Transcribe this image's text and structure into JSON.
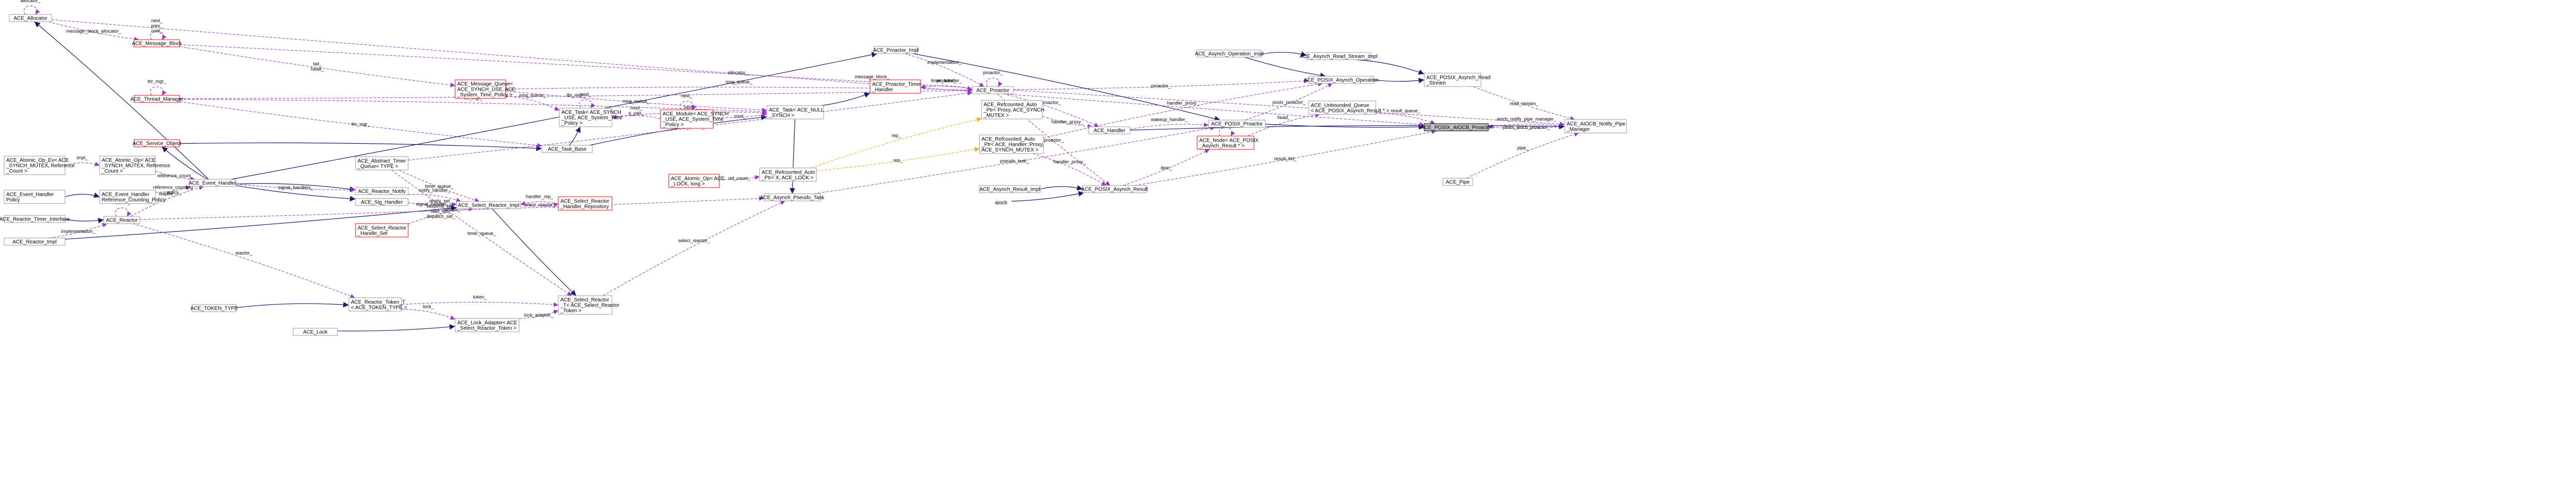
{
  "nodes": [
    {
      "id": "allocator",
      "label": [
        "ACE_Allocator"
      ],
      "style": "normal"
    },
    {
      "id": "message_block",
      "label": [
        "ACE_Message_Block"
      ],
      "style": "red"
    },
    {
      "id": "thread_manager",
      "label": [
        "ACE_Thread_Manager"
      ],
      "style": "red"
    },
    {
      "id": "service_object",
      "label": [
        "ACE_Service_Object"
      ],
      "style": "red"
    },
    {
      "id": "atomic_op_ex",
      "label": [
        "ACE_Atomic_Op_Ex< ACE",
        "_SYNCH_MUTEX, Reference",
        "_Count >"
      ],
      "style": "normal"
    },
    {
      "id": "atomic_op_ref",
      "label": [
        "ACE_Atomic_Op< ACE",
        "_SYNCH_MUTEX, Reference",
        "_Count >"
      ],
      "style": "normal"
    },
    {
      "id": "event_handler_policy",
      "label": [
        "ACE_Event_Handler",
        "Policy"
      ],
      "style": "normal"
    },
    {
      "id": "event_handler_rcp",
      "label": [
        "ACE_Event_Handler",
        "Reference_Counting_Policy"
      ],
      "style": "normal"
    },
    {
      "id": "event_handler",
      "label": [
        "ACE_Event_Handler"
      ],
      "style": "normal"
    },
    {
      "id": "reactor_timer_iface",
      "label": [
        "ACE_Reactor_Timer_Interface"
      ],
      "style": "normal"
    },
    {
      "id": "reactor",
      "label": [
        "ACE_Reactor"
      ],
      "style": "normal"
    },
    {
      "id": "reactor_impl",
      "label": [
        "ACE_Reactor_Impl"
      ],
      "style": "normal"
    },
    {
      "id": "token_type",
      "label": [
        "ACE_TOKEN_TYPE"
      ],
      "style": "normal"
    },
    {
      "id": "lock",
      "label": [
        "ACE_Lock"
      ],
      "style": "normal"
    },
    {
      "id": "message_queue",
      "label": [
        "ACE_Message_Queue<",
        "ACE_SYNCH_USE, ACE",
        "_System_Time_Policy >"
      ],
      "style": "red"
    },
    {
      "id": "task_base",
      "label": [
        "ACE_Task_Base"
      ],
      "style": "normal"
    },
    {
      "id": "task_synch_use",
      "label": [
        "ACE_Task< ACE_SYNCH",
        "_USE, ACE_System_Time",
        "_Policy >"
      ],
      "style": "normal"
    },
    {
      "id": "module_synch",
      "label": [
        "ACE_Module< ACE_SYNCH",
        "_USE, ACE_System_Time",
        "_Policy >"
      ],
      "style": "red"
    },
    {
      "id": "abstract_timer_queue",
      "label": [
        "ACE_Abstract_Timer",
        "_Queue< TYPE >"
      ],
      "style": "normal"
    },
    {
      "id": "reactor_notify",
      "label": [
        "ACE_Reactor_Notify"
      ],
      "style": "normal"
    },
    {
      "id": "sig_handler",
      "label": [
        "ACE_Sig_Handler"
      ],
      "style": "normal"
    },
    {
      "id": "select_reactor_handle_set",
      "label": [
        "ACE_Select_Reactor",
        "_Handle_Set"
      ],
      "style": "red"
    },
    {
      "id": "select_reactor_impl",
      "label": [
        "ACE_Select_Reactor_Impl"
      ],
      "style": "normal"
    },
    {
      "id": "select_reactor_handler_repo",
      "label": [
        "ACE_Select_Reactor",
        "_Handler_Repository"
      ],
      "style": "red"
    },
    {
      "id": "reactor_token_t",
      "label": [
        "ACE_Reactor_Token_T",
        "< ACE_TOKEN_TYPE >"
      ],
      "style": "normal"
    },
    {
      "id": "lock_adapter",
      "label": [
        "ACE_Lock_Adapter< ACE",
        "_Select_Reactor_Token >"
      ],
      "style": "normal"
    },
    {
      "id": "select_reactor_t",
      "label": [
        "ACE_Select_Reactor",
        "_T< ACE_Select_Reactor",
        "_Token >"
      ],
      "style": "normal"
    },
    {
      "id": "proactor_impl",
      "label": [
        "ACE_Proactor_Impl"
      ],
      "style": "normal"
    },
    {
      "id": "proactor_timer_handler",
      "label": [
        "ACE_Proactor_Timer",
        "_Handler"
      ],
      "style": "red"
    },
    {
      "id": "task_null_synch",
      "label": [
        "ACE_Task< ACE_NULL",
        "_SYNCH >"
      ],
      "style": "normal"
    },
    {
      "id": "atomic_op_lock_long",
      "label": [
        "ACE_Atomic_Op< ACE",
        "_LOCK, long >"
      ],
      "style": "red"
    },
    {
      "id": "refcounted_lock",
      "label": [
        "ACE_Refcounted_Auto",
        "_Ptr< X, ACE_LOCK >"
      ],
      "style": "normal"
    },
    {
      "id": "asynch_pseudo_task",
      "label": [
        "ACE_Asynch_Pseudo_Task"
      ],
      "style": "normal"
    },
    {
      "id": "proactor",
      "label": [
        "ACE_Proactor"
      ],
      "style": "normal"
    },
    {
      "id": "refcounted_proxy",
      "label": [
        "ACE_Refcounted_Auto",
        "_Ptr< Proxy, ACE_SYNCH",
        "_MUTEX >"
      ],
      "style": "normal"
    },
    {
      "id": "refcounted_handler_proxy",
      "label": [
        "ACE_Refcounted_Auto",
        "_Ptr< ACE_Handler::Proxy,",
        "ACE_SYNCH_MUTEX >"
      ],
      "style": "normal"
    },
    {
      "id": "handler",
      "label": [
        "ACE_Handler"
      ],
      "style": "normal"
    },
    {
      "id": "asynch_result_impl",
      "label": [
        "ACE_Asynch_Result_Impl"
      ],
      "style": "normal"
    },
    {
      "id": "aiocb",
      "label": [
        "aiocb"
      ],
      "style": "plain"
    },
    {
      "id": "asynch_operation_impl",
      "label": [
        "ACE_Asynch_Operation_Impl"
      ],
      "style": "normal"
    },
    {
      "id": "asynch_read_stream_impl",
      "label": [
        "ACE_Asynch_Read_Stream_Impl"
      ],
      "style": "normal"
    },
    {
      "id": "posix_asynch_operation",
      "label": [
        "ACE_POSIX_Asynch_Operation"
      ],
      "style": "normal"
    },
    {
      "id": "posix_proactor",
      "label": [
        "ACE_POSIX_Proactor"
      ],
      "style": "normal"
    },
    {
      "id": "unbounded_queue",
      "label": [
        "ACE_Unbounded_Queue",
        "< ACE_POSIX_Asynch_Result * >"
      ],
      "style": "normal"
    },
    {
      "id": "node_posix_result",
      "label": [
        "ACE_Node< ACE_POSIX",
        "_Asynch_Result * >"
      ],
      "style": "red"
    },
    {
      "id": "posix_asynch_result",
      "label": [
        "ACE_POSIX_Asynch_Result"
      ],
      "style": "normal"
    },
    {
      "id": "posix_read_stream",
      "label": [
        "ACE_POSIX_Asynch_Read",
        "_Stream"
      ],
      "style": "normal"
    },
    {
      "id": "posix_aiocb_proactor",
      "label": [
        "ACE_POSIX_AIOCB_Proactor"
      ],
      "style": "hl"
    },
    {
      "id": "aiocb_notify_pipe_manager",
      "label": [
        "ACE_AIOCB_Notify_Pipe",
        "_Manager"
      ],
      "style": "normal"
    },
    {
      "id": "pipe",
      "label": [
        "ACE_Pipe"
      ],
      "style": "normal"
    }
  ],
  "edges": [
    {
      "from": "allocator",
      "to": "allocator",
      "kind": "uses",
      "label": [
        "allocator_"
      ]
    },
    {
      "from": "message_block",
      "to": "message_block",
      "kind": "uses",
      "label": [
        "next_",
        "prev_",
        "cont_"
      ]
    },
    {
      "from": "allocator",
      "to": "message_block",
      "kind": "uses",
      "label": [
        "message_block_allocator_"
      ]
    },
    {
      "from": "thread_manager",
      "to": "thread_manager",
      "kind": "uses",
      "label": [
        "thr_mgr_"
      ]
    },
    {
      "from": "event_handler",
      "to": "service_object",
      "kind": "inherit",
      "label": []
    },
    {
      "from": "service_object",
      "to": "task_base",
      "kind": "inherit",
      "label": []
    },
    {
      "from": "thread_manager",
      "to": "task_base",
      "kind": "uses",
      "label": [
        "thr_mgr_"
      ]
    },
    {
      "from": "atomic_op_ex",
      "to": "atomic_op_ref",
      "kind": "uses",
      "label": [
        "impl_"
      ]
    },
    {
      "from": "atomic_op_ref",
      "to": "event_handler",
      "kind": "uses",
      "label": [
        "reference_count_"
      ]
    },
    {
      "from": "event_handler_policy",
      "to": "event_handler_rcp",
      "kind": "inherit",
      "label": []
    },
    {
      "from": "event_handler_rcp",
      "to": "event_handler",
      "kind": "uses",
      "label": [
        "reference_counting",
        "_policy_"
      ]
    },
    {
      "from": "reactor",
      "to": "event_handler",
      "kind": "uses",
      "label": [
        "reactor_"
      ]
    },
    {
      "from": "reactor_timer_iface",
      "to": "reactor",
      "kind": "inherit",
      "label": []
    },
    {
      "from": "reactor",
      "to": "reactor",
      "kind": "uses",
      "label": [
        "reactor_"
      ]
    },
    {
      "from": "reactor_impl",
      "to": "reactor",
      "kind": "uses",
      "label": [
        "implementation_"
      ]
    },
    {
      "from": "event_handler",
      "to": "allocator",
      "kind": "inherit",
      "label": []
    },
    {
      "from": "message_block",
      "to": "message_queue",
      "kind": "uses",
      "label": [
        "tail_",
        "head_"
      ]
    },
    {
      "from": "message_queue",
      "to": "task_synch_use",
      "kind": "uses",
      "label": [
        "msg_queue_"
      ]
    },
    {
      "from": "task_base",
      "to": "task_synch_use",
      "kind": "inherit",
      "label": []
    },
    {
      "from": "task_synch_use",
      "to": "task_synch_use",
      "kind": "uses",
      "label": [
        "next_"
      ]
    },
    {
      "from": "module_synch",
      "to": "module_synch",
      "kind": "uses",
      "label": [
        "next_"
      ]
    },
    {
      "from": "module_synch",
      "to": "task_synch_use",
      "kind": "uses",
      "label": [
        "mod_",
        "q_pair_"
      ]
    },
    {
      "from": "event_handler",
      "to": "sig_handler",
      "kind": "inherit",
      "label": []
    },
    {
      "from": "event_handler",
      "to": "reactor_notify",
      "kind": "inherit",
      "label": []
    },
    {
      "from": "sig_handler",
      "to": "select_reactor_impl",
      "kind": "uses",
      "label": [
        "signal_handler_"
      ]
    },
    {
      "from": "reactor_notify",
      "to": "select_reactor_impl",
      "kind": "uses",
      "label": [
        "notify_handler_"
      ]
    },
    {
      "from": "abstract_timer_queue",
      "to": "select_reactor_impl",
      "kind": "uses",
      "label": [
        "timer_queue_"
      ]
    },
    {
      "from": "select_reactor_handle_set",
      "to": "select_reactor_impl",
      "kind": "uses",
      "label": [
        "ready_set_",
        "suspend_set_",
        "wait_set_",
        "dispatch_set_"
      ]
    },
    {
      "from": "select_reactor_impl",
      "to": "select_reactor_handler_repo",
      "kind": "uses",
      "label": [
        "select_reactor_"
      ]
    },
    {
      "from": "select_reactor_handler_repo",
      "to": "select_reactor_impl",
      "kind": "uses",
      "label": [
        "handler_rep_"
      ]
    },
    {
      "from": "reactor_impl",
      "to": "select_reactor_impl",
      "kind": "inherit",
      "label": []
    },
    {
      "from": "token_type",
      "to": "reactor_token_t",
      "kind": "inherit",
      "label": []
    },
    {
      "from": "lock",
      "to": "lock_adapter",
      "kind": "inherit",
      "label": []
    },
    {
      "from": "reactor_token_t",
      "to": "lock_adapter",
      "kind": "uses",
      "label": [
        "lock_"
      ]
    },
    {
      "from": "select_reactor_impl",
      "to": "select_reactor_t",
      "kind": "inherit",
      "label": []
    },
    {
      "from": "reactor_token_t",
      "to": "select_reactor_t",
      "kind": "uses",
      "label": [
        "token_"
      ]
    },
    {
      "from": "lock_adapter",
      "to": "select_reactor_t",
      "kind": "uses",
      "label": [
        "lock_adapter_"
      ]
    },
    {
      "from": "reactor",
      "to": "reactor_token_t",
      "kind": "uses",
      "label": [
        "reactor_"
      ]
    },
    {
      "from": "event_handler",
      "to": "proactor_impl",
      "kind": "inherit",
      "label": []
    },
    {
      "from": "task_base",
      "to": "task_null_synch",
      "kind": "inherit",
      "label": []
    },
    {
      "from": "message_queue",
      "to": "task_null_synch",
      "kind": "uses",
      "label": [
        "msg_queue_"
      ]
    },
    {
      "from": "thread_manager",
      "to": "task_null_synch",
      "kind": "uses",
      "label": [
        "thr_mgr_"
      ]
    },
    {
      "from": "module_synch",
      "to": "task_null_synch",
      "kind": "uses",
      "label": [
        "mod_"
      ]
    },
    {
      "from": "task_synch_use",
      "to": "task_null_synch",
      "kind": "uses",
      "label": [
        "next_"
      ]
    },
    {
      "from": "task_null_synch",
      "to": "proactor_timer_handler",
      "kind": "inherit",
      "label": []
    },
    {
      "from": "task_null_synch",
      "to": "asynch_pseudo_task",
      "kind": "inherit",
      "label": []
    },
    {
      "from": "abstract_timer_queue",
      "to": "proactor",
      "kind": "uses",
      "label": [
        "timer_queue_"
      ]
    },
    {
      "from": "proactor_timer_handler",
      "to": "proactor",
      "kind": "uses",
      "label": [
        "timer_handler_"
      ]
    },
    {
      "from": "proactor",
      "to": "proactor",
      "kind": "uses",
      "label": [
        "proactor_"
      ]
    },
    {
      "from": "proactor_impl",
      "to": "proactor",
      "kind": "uses",
      "label": [
        "implementation_"
      ]
    },
    {
      "from": "thread_manager",
      "to": "proactor",
      "kind": "uses",
      "label": [
        "thr_mgr_"
      ]
    },
    {
      "from": "proactor",
      "to": "proactor_timer_handler",
      "kind": "uses",
      "label": [
        "proactor_"
      ]
    },
    {
      "from": "atomic_op_lock_long",
      "to": "refcounted_lock",
      "kind": "uses",
      "label": [
        "ref_count_"
      ]
    },
    {
      "from": "refcounted_lock",
      "to": "refcounted_proxy",
      "kind": "templ",
      "label": [
        "rep_"
      ]
    },
    {
      "from": "refcounted_lock",
      "to": "refcounted_handler_proxy",
      "kind": "templ",
      "label": [
        "rep_"
      ]
    },
    {
      "from": "proactor",
      "to": "handler",
      "kind": "uses",
      "label": [
        "proactor_"
      ]
    },
    {
      "from": "refcounted_proxy",
      "to": "handler",
      "kind": "uses",
      "label": [
        "handler_proxy_"
      ]
    },
    {
      "from": "refcounted_handler_proxy",
      "to": "posix_asynch_operation",
      "kind": "uses",
      "label": [
        "handler_proxy_"
      ]
    },
    {
      "from": "proactor",
      "to": "posix_asynch_operation",
      "kind": "uses",
      "label": [
        "proactor_"
      ]
    },
    {
      "from": "proactor_impl",
      "to": "posix_proactor",
      "kind": "inherit",
      "label": []
    },
    {
      "from": "asynch_pseudo_task",
      "to": "posix_proactor",
      "kind": "uses",
      "label": [
        "pseudo_task_"
      ]
    },
    {
      "from": "handler",
      "to": "posix_proactor",
      "kind": "uses",
      "label": [
        "wakeup_handler_"
      ]
    },
    {
      "from": "posix_proactor",
      "to": "posix_asynch_operation",
      "kind": "uses",
      "label": [
        "posix_proactor_"
      ]
    },
    {
      "from": "asynch_operation_impl",
      "to": "asynch_read_stream_impl",
      "kind": "inherit",
      "label": []
    },
    {
      "from": "asynch_operation_impl",
      "to": "posix_asynch_operation",
      "kind": "inherit",
      "label": []
    },
    {
      "from": "asynch_read_stream_impl",
      "to": "posix_read_stream",
      "kind": "inherit",
      "label": []
    },
    {
      "from": "posix_asynch_operation",
      "to": "posix_read_stream",
      "kind": "inherit",
      "label": []
    },
    {
      "from": "asynch_result_impl",
      "to": "posix_asynch_result",
      "kind": "inherit",
      "label": []
    },
    {
      "from": "aiocb",
      "to": "posix_asynch_result",
      "kind": "inherit",
      "label": []
    },
    {
      "from": "refcounted_handler_proxy",
      "to": "posix_asynch_result",
      "kind": "uses",
      "label": [
        "handler_proxy_"
      ]
    },
    {
      "from": "proactor",
      "to": "posix_asynch_result",
      "kind": "uses",
      "label": [
        "proactor_"
      ]
    },
    {
      "from": "node_posix_result",
      "to": "unbounded_queue",
      "kind": "uses",
      "label": [
        "head_"
      ]
    },
    {
      "from": "posix_asynch_result",
      "to": "node_posix_result",
      "kind": "uses",
      "label": [
        "item_"
      ]
    },
    {
      "from": "node_posix_result",
      "to": "node_posix_result",
      "kind": "uses",
      "label": [
        "next_"
      ]
    },
    {
      "from": "posix_proactor",
      "to": "posix_aiocb_proactor",
      "kind": "inherit",
      "label": []
    },
    {
      "from": "unbounded_queue",
      "to": "posix_aiocb_proactor",
      "kind": "uses",
      "label": [
        "result_queue_"
      ]
    },
    {
      "from": "posix_asynch_result",
      "to": "posix_aiocb_proactor",
      "kind": "uses",
      "label": [
        "result_list_"
      ]
    },
    {
      "from": "aiocb_notify_pipe_manager",
      "to": "posix_aiocb_proactor",
      "kind": "uses",
      "label": [
        "aiocb_notify_pipe_manager_"
      ]
    },
    {
      "from": "posix_aiocb_proactor",
      "to": "aiocb_notify_pipe_manager",
      "kind": "uses",
      "label": [
        "posix_aiocb_proactor_"
      ]
    },
    {
      "from": "handler",
      "to": "aiocb_notify_pipe_manager",
      "kind": "inherit",
      "label": []
    },
    {
      "from": "posix_read_stream",
      "to": "aiocb_notify_pipe_manager",
      "kind": "uses",
      "label": [
        "read_stream_"
      ]
    },
    {
      "from": "pipe",
      "to": "aiocb_notify_pipe_manager",
      "kind": "uses",
      "label": [
        "pipe_"
      ]
    },
    {
      "from": "allocator",
      "to": "posix_aiocb_proactor",
      "kind": "uses",
      "label": [
        "allocator_"
      ]
    },
    {
      "from": "message_block",
      "to": "aiocb_notify_pipe_manager",
      "kind": "uses",
      "label": [
        "message_block_"
      ]
    },
    {
      "from": "reactor",
      "to": "asynch_pseudo_task",
      "kind": "uses",
      "label": [
        "reactor_"
      ]
    },
    {
      "from": "select_reactor_t",
      "to": "asynch_pseudo_task",
      "kind": "uses",
      "label": [
        "select_reactor_"
      ]
    },
    {
      "from": "event_handler",
      "to": "reactor_notify",
      "kind": "uses",
      "label": [
        "signal_handlers_"
      ]
    },
    {
      "from": "message_queue",
      "to": "proactor",
      "kind": "uses",
      "label": [
        "msg_queue_"
      ]
    },
    {
      "from": "abstract_timer_queue",
      "to": "select_reactor_t",
      "kind": "uses",
      "label": [
        "timer_queue_"
      ]
    }
  ]
}
